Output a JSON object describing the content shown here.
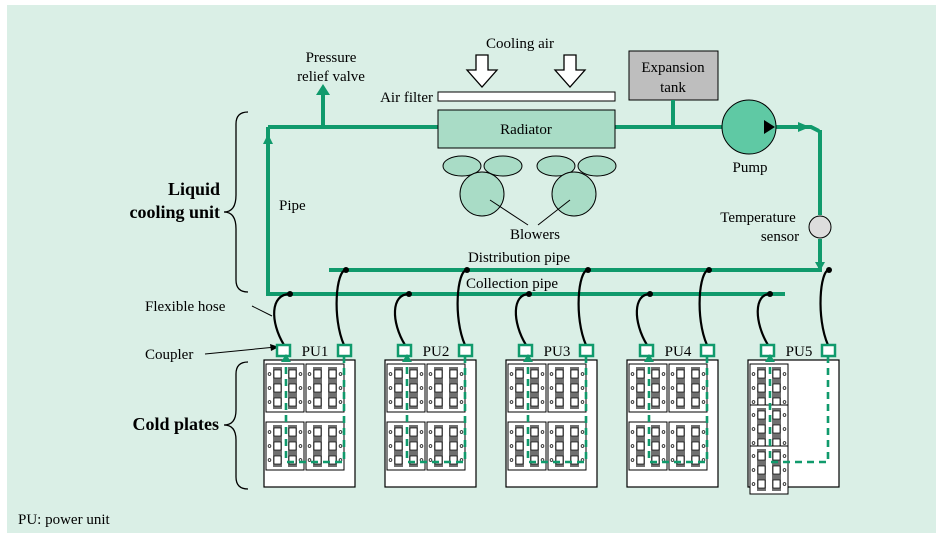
{
  "labels": {
    "cooling_air": "Cooling air",
    "pressure_relief_valve_line1": "Pressure",
    "pressure_relief_valve_line2": "relief valve",
    "air_filter": "Air filter",
    "expansion_tank_line1": "Expansion",
    "expansion_tank_line2": "tank",
    "radiator": "Radiator",
    "pump": "Pump",
    "blowers": "Blowers",
    "pipe": "Pipe",
    "temperature_sensor_line1": "Temperature",
    "temperature_sensor_line2": "sensor",
    "distribution_pipe": "Distribution pipe",
    "collection_pipe": "Collection pipe",
    "flexible_hose": "Flexible hose",
    "coupler": "Coupler",
    "liquid_cooling_unit_line1": "Liquid",
    "liquid_cooling_unit_line2": "cooling unit",
    "cold_plates": "Cold plates",
    "footnote": "PU: power unit"
  },
  "power_units": [
    "PU1",
    "PU2",
    "PU3",
    "PU4",
    "PU5"
  ],
  "colors": {
    "background": "#daefe6",
    "pipe": "#109a6c",
    "radiator": "#a9dcc6",
    "blower": "#a9dcc6",
    "pump": "#5fc9a4",
    "expansion_tank": "#bebebe",
    "module": "#707070"
  }
}
